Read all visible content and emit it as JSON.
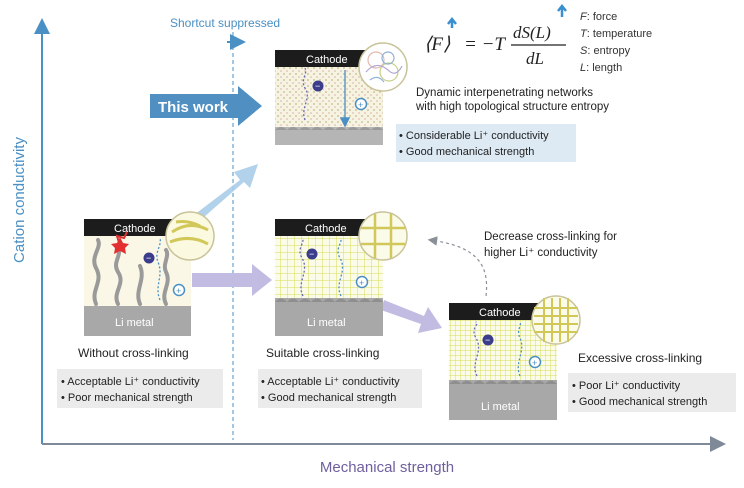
{
  "axes": {
    "y_label": "Cation conductivity",
    "x_label": "Mechanical strength",
    "color": "#4a90c4",
    "x_label_color": "#6f5f9e"
  },
  "shortcut": {
    "label": "Shortcut suppressed"
  },
  "this_work": {
    "label": "This work"
  },
  "equation": {
    "lhs": "⟨F⟩",
    "eq": "= −T",
    "numerator": "dS(L)",
    "denominator": "dL"
  },
  "legend": {
    "items": [
      {
        "symbol": "F",
        "text": ": force"
      },
      {
        "symbol": "T",
        "text": ": temperature"
      },
      {
        "symbol": "S",
        "text": ": entropy"
      },
      {
        "symbol": "L",
        "text": ": length"
      }
    ]
  },
  "panels": {
    "top": {
      "cathode": "Cathode",
      "caption_line1": "Dynamic interpenetrating networks",
      "caption_line2": "with high topological structure entropy",
      "bullets": [
        "• Considerable Li⁺ conductivity",
        "• Good mechanical strength"
      ]
    },
    "left": {
      "cathode": "Cathode",
      "anode": "Li metal",
      "title": "Without cross-linking",
      "bullets": [
        "• Acceptable Li⁺ conductivity",
        "• Poor mechanical strength"
      ]
    },
    "middle": {
      "cathode": "Cathode",
      "anode": "Li metal",
      "title": "Suitable cross-linking",
      "bullets": [
        "• Acceptable Li⁺ conductivity",
        "• Good mechanical strength"
      ]
    },
    "right": {
      "cathode": "Cathode",
      "anode": "Li metal",
      "title": "Excessive cross-linking",
      "bullets": [
        "• Poor Li⁺ conductivity",
        "• Good mechanical strength"
      ]
    }
  },
  "annotation": {
    "line1": "Decrease cross-linking for",
    "line2": "higher Li⁺ conductivity"
  },
  "ions": {
    "anion": "−",
    "cation": "+"
  },
  "colors": {
    "cathode": "#1c1c1c",
    "li_metal": "#a8a8a8",
    "grid": "#d7dc54",
    "box_blue": "#ddeaf4",
    "box_gray": "#ebebeb",
    "arrow_blue": "#a9cde8",
    "arrow_purple": "#b9b0dc"
  }
}
